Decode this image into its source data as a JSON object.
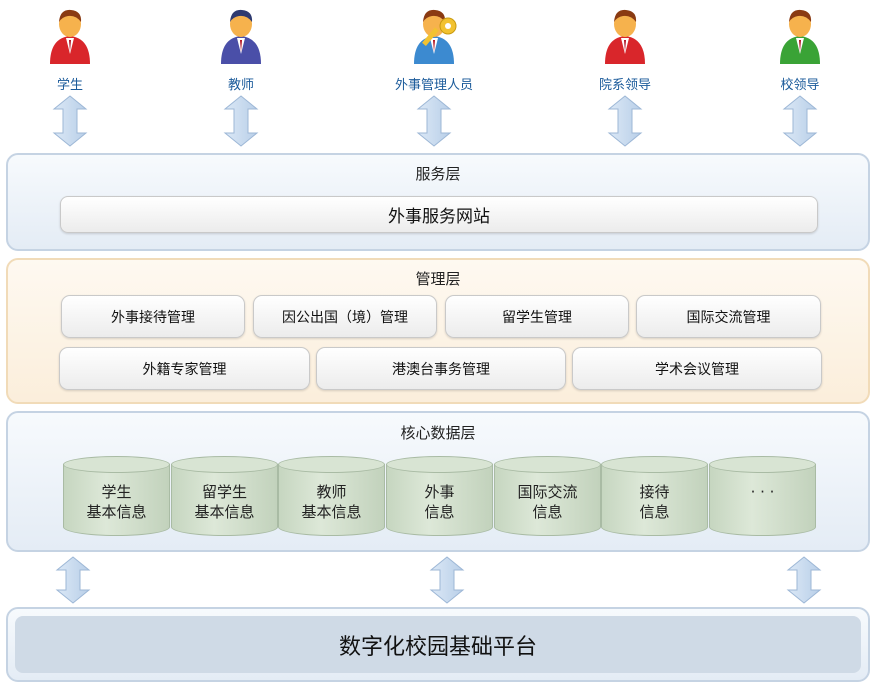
{
  "users": [
    {
      "label": "学生",
      "color": "#d9262b"
    },
    {
      "label": "教师",
      "color": "#4a4fa8"
    },
    {
      "label": "外事管理人员",
      "color": "#3c8ad0"
    },
    {
      "label": "院系领导",
      "color": "#d9262b"
    },
    {
      "label": "校领导",
      "color": "#3aa336"
    }
  ],
  "service_layer": {
    "title": "服务层",
    "site": "外事服务网站"
  },
  "management_layer": {
    "title": "管理层",
    "row1": [
      "外事接待管理",
      "因公出国（境）管理",
      "留学生管理",
      "国际交流管理"
    ],
    "row2": [
      "外籍专家管理",
      "港澳台事务管理",
      "学术会议管理"
    ]
  },
  "core_layer": {
    "title": "核心数据层",
    "stores": [
      [
        "学生",
        "基本信息"
      ],
      [
        "留学生",
        "基本信息"
      ],
      [
        "教师",
        "基本信息"
      ],
      [
        "外事",
        "信息"
      ],
      [
        "国际交流",
        "信息"
      ],
      [
        "接待",
        "信息"
      ],
      [
        "· · ·",
        ""
      ]
    ]
  },
  "platform": {
    "title": "数字化校园基础平台"
  }
}
